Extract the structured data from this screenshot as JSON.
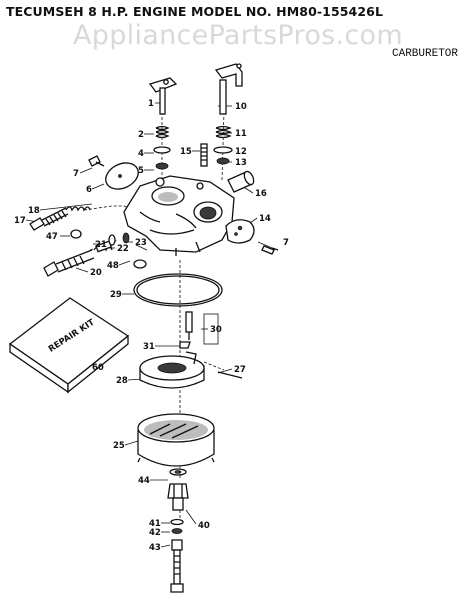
{
  "header": {
    "title": "TECUMSEH 8 H.P. ENGINE MODEL NO. HM80-155426L",
    "watermark": "AppliancePartsPros.com",
    "section": "CARBURETOR"
  },
  "kit_label": "REPAIR KIT",
  "parts": [
    {
      "id": "p1",
      "label": "1"
    },
    {
      "id": "p2",
      "label": "2"
    },
    {
      "id": "p4",
      "label": "4"
    },
    {
      "id": "p5",
      "label": "5"
    },
    {
      "id": "p6",
      "label": "6"
    },
    {
      "id": "p7a",
      "label": "7"
    },
    {
      "id": "p7b",
      "label": "7"
    },
    {
      "id": "p10",
      "label": "10"
    },
    {
      "id": "p11",
      "label": "11"
    },
    {
      "id": "p12",
      "label": "12"
    },
    {
      "id": "p13",
      "label": "13"
    },
    {
      "id": "p14",
      "label": "14"
    },
    {
      "id": "p15",
      "label": "15"
    },
    {
      "id": "p16",
      "label": "16"
    },
    {
      "id": "p17",
      "label": "17"
    },
    {
      "id": "p18",
      "label": "18"
    },
    {
      "id": "p20",
      "label": "20"
    },
    {
      "id": "p21",
      "label": "21"
    },
    {
      "id": "p22",
      "label": "22"
    },
    {
      "id": "p23",
      "label": "23"
    },
    {
      "id": "p25",
      "label": "25"
    },
    {
      "id": "p27",
      "label": "27"
    },
    {
      "id": "p28",
      "label": "28"
    },
    {
      "id": "p29",
      "label": "29"
    },
    {
      "id": "p30",
      "label": "30"
    },
    {
      "id": "p31",
      "label": "31"
    },
    {
      "id": "p40",
      "label": "40"
    },
    {
      "id": "p41",
      "label": "41"
    },
    {
      "id": "p42",
      "label": "42"
    },
    {
      "id": "p43",
      "label": "43"
    },
    {
      "id": "p44",
      "label": "44"
    },
    {
      "id": "p47",
      "label": "47"
    },
    {
      "id": "p48",
      "label": "48"
    },
    {
      "id": "p60",
      "label": "60"
    }
  ]
}
